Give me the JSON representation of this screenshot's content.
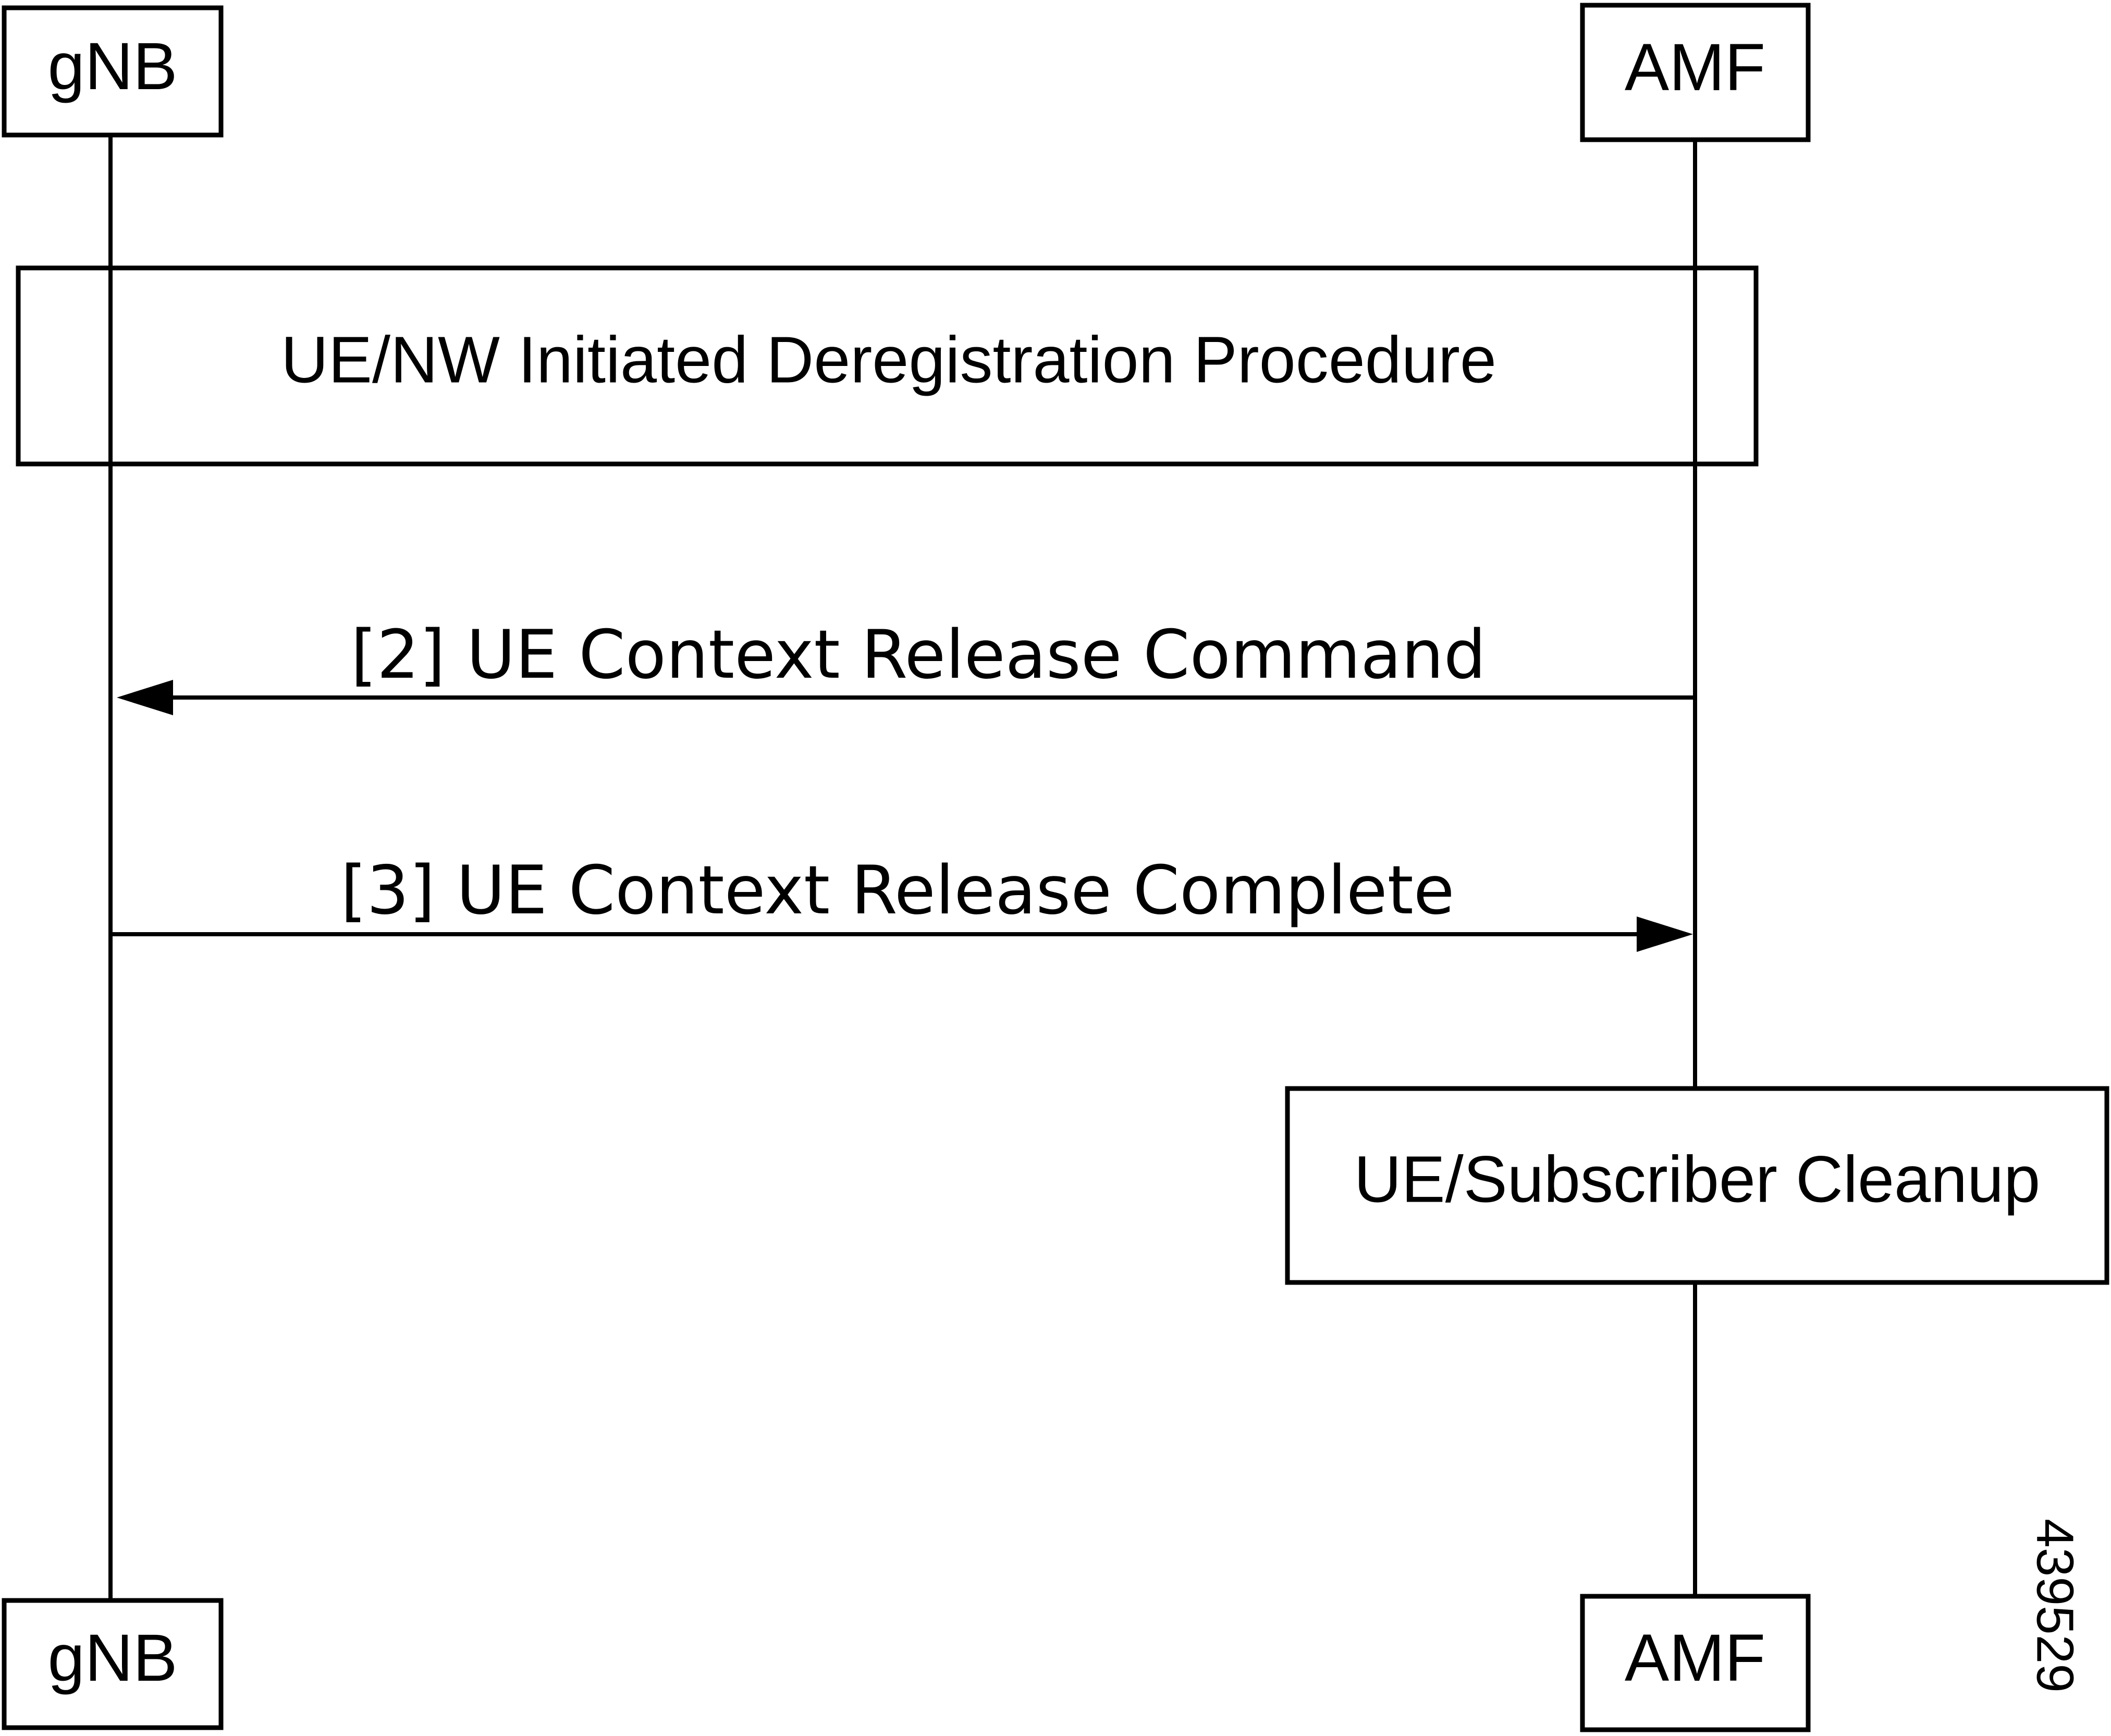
{
  "participants": {
    "gnb": {
      "top_label": "gNB",
      "bottom_label": "gNB"
    },
    "amf": {
      "top_label": "AMF",
      "bottom_label": "AMF"
    }
  },
  "procedures": {
    "deregistration": "UE/NW Initiated Deregistration Procedure",
    "cleanup": "UE/Subscriber Cleanup"
  },
  "messages": {
    "release_command": "[2] UE Context Release Command",
    "release_complete": "[3] UE Context Release Complete"
  },
  "figure_id": "439529"
}
